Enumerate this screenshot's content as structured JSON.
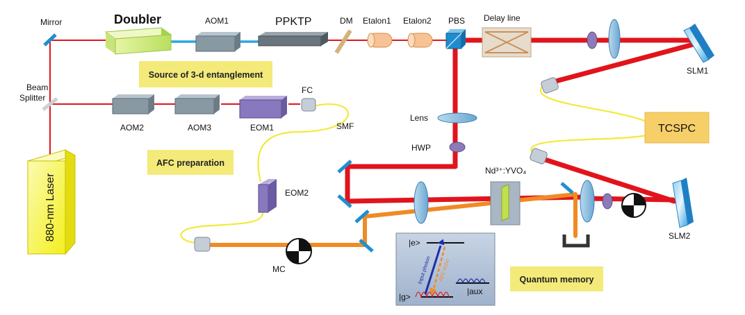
{
  "labels": {
    "mirror": "Mirror",
    "doubler": "Doubler",
    "aom1": "AOM1",
    "ppktp": "PPKTP",
    "dm": "DM",
    "etalon1": "Etalon1",
    "etalon2": "Etalon2",
    "pbs": "PBS",
    "delay_line": "Delay line",
    "slm1": "SLM1",
    "beam": "Beam",
    "splitter": "Splitter",
    "aom2": "AOM2",
    "aom3": "AOM3",
    "eom1": "EOM1",
    "fc": "FC",
    "smf": "SMF",
    "lens": "Lens",
    "hwp": "HWP",
    "crystal": "Nd³⁺:YVO₄",
    "eom2": "EOM2",
    "tcspc": "TCSPC",
    "slm2": "SLM2",
    "mc": "MC",
    "laser": "880-nm Laser"
  },
  "boxes": {
    "source": "Source of 3-d entanglement",
    "afc": "AFC preparation",
    "quantum_memory": "Quantum memory"
  },
  "inset": {
    "excited": "|e>",
    "ground": "|g>",
    "aux": "|aux",
    "input_photon": "Input photon",
    "afc_echo": "AFC echo"
  },
  "colors": {
    "red_beam": "#e1141c",
    "blue_beam": "#2aa7e0",
    "orange_beam": "#f08a24",
    "label_box": "#f3ea7a",
    "tcspc_box": "#f6cf68",
    "fiber": "#f2ea3a",
    "mirror": "#1f8fd0"
  }
}
